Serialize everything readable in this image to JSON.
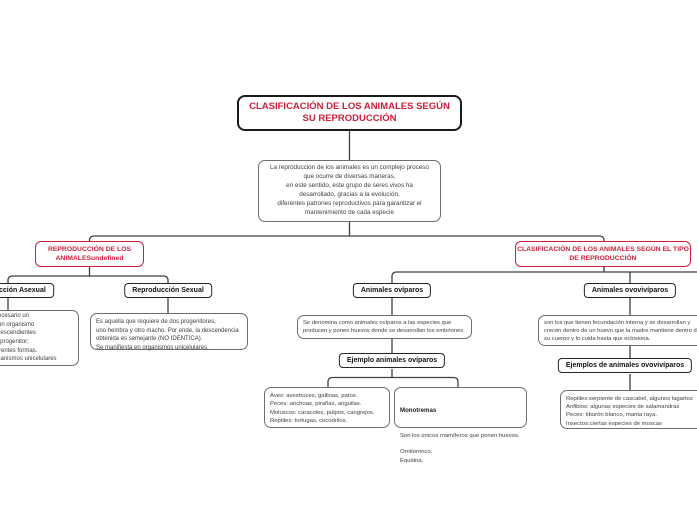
{
  "palette": {
    "red": "#cc1f3a",
    "line": "#3f3f3f",
    "border-dark": "#262626",
    "border-gray": "#6e6e6e",
    "text": "#3e3e3e"
  },
  "root": {
    "title": "CLASIFICACIÓN DE LOS ANIMALES SEGÚN\nSU REPRODUCCIÓN"
  },
  "intro": {
    "text": "La reproducción de los animales es un complejo proceso\nque ocurre de diversas maneras,\nen este sentido, este grupo de seres vivos ha\ndesarrollado, gracias a la evolución,\ndiferentes patrones reproductivos para garantizar el\nmantenimiento de cada especie"
  },
  "left": {
    "header": "REPRODUCCIÓN DE LOS\nANIMALESundefined",
    "asexual": {
      "label": "Reproducción Asexual",
      "description": "Solo es necesario un\nprogenitor: un organismo\nse originan descendientes\niguales al progenitor;\nse da de diferentes formas.\nSe manifiesta en organismos unicelulares"
    },
    "sexual": {
      "label": "Reproducción Sexual",
      "description": "Es aquella que requiere de dos progenitores,\nuno hembra y otro macho. Por ende, la descendencia\nobtenida es semejante (NO IDENTICA).\nSe manifiesta en organismos unicelulares."
    }
  },
  "right": {
    "header": "CLASIFICACIÓN DE LOS ANIMALES SEGÚN EL TIPO\nDE REPRODUCCIÓN",
    "oviparous": {
      "label": "Animales ovíparos",
      "description": "Se denomina como animales ovíparos a las especies que\nproducen y ponen huevos donde se desarrollan los embriones.",
      "examples_label": "Ejemplo animales ovíparos",
      "examples_general": "Aves: avestruces, gallinas, patos.\nPeces: anchoas, pirañas, anguilas.\nMoluscos: caracoles, pulpos, cangrejos.\nReptiles: tortugas, cocodrilos.",
      "monotremes_title": "Monotremas",
      "monotremes_body": "Son los únicos mamíferos que ponen huevos.\n\nOrnitorrinco.\nEquidna."
    },
    "ovoviviparous": {
      "label": "Animales ovovivíparos",
      "description": "son los que tienen fecundación interna y se desarrollan y\ncrecen dentro de un huevo que la madre mantiene dentro de\nsu cuerpo y lo cuida hasta que eclosiona.",
      "examples_label": "Ejemplos de animales ovovivíparos",
      "examples": "Reptiles:serpiente de cascabel, algunos lagartos\nAnfibios: algunas especies de salamandras\nPeces: tiburón blanco, manta raya.\nInsectos:ciertas especies de moscas"
    }
  }
}
